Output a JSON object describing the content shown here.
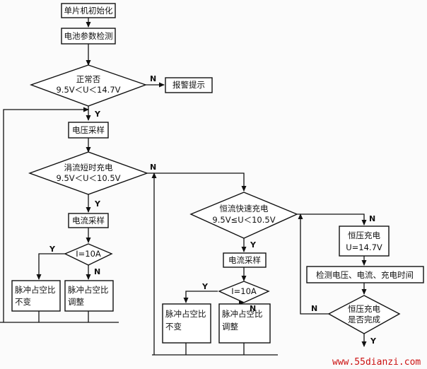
{
  "nodes": {
    "mcu_init": "单片机初始化",
    "battery_check": "电池参数检测",
    "normal_q": [
      "正常否",
      "9.5V＜U＜14.7V"
    ],
    "alarm": "报警提示",
    "voltage_sample": "电压采样",
    "trickle_q": [
      "涓流短时充电",
      "9.5V＜U＜10.5V"
    ],
    "current_sample_1": "电流采样",
    "i_check_1": "I=10A",
    "pulse_keep_1": [
      "脉冲占空比",
      "不变"
    ],
    "pulse_adjust_1": [
      "脉冲占空比",
      "调整"
    ],
    "fast_q": [
      "恒流快速充电",
      "9.5V≤U＜10.5V"
    ],
    "current_sample_2": "电流采样",
    "i_check_2": "I=10A",
    "pulse_keep_2": [
      "脉冲占空比",
      "不变"
    ],
    "pulse_adjust_2": [
      "脉冲占空比",
      "调整"
    ],
    "cv_charge": [
      "恒压充电",
      "U=14.7V"
    ],
    "detect": "检测电压、电流、充电时间",
    "cv_done_q": [
      "恒压充电",
      "是否完成"
    ]
  },
  "labels": {
    "yes": "Y",
    "no": "N"
  },
  "watermark": "www.55dianzi.com",
  "colors": {
    "line": "#111111",
    "watermark": "#cc1111"
  }
}
